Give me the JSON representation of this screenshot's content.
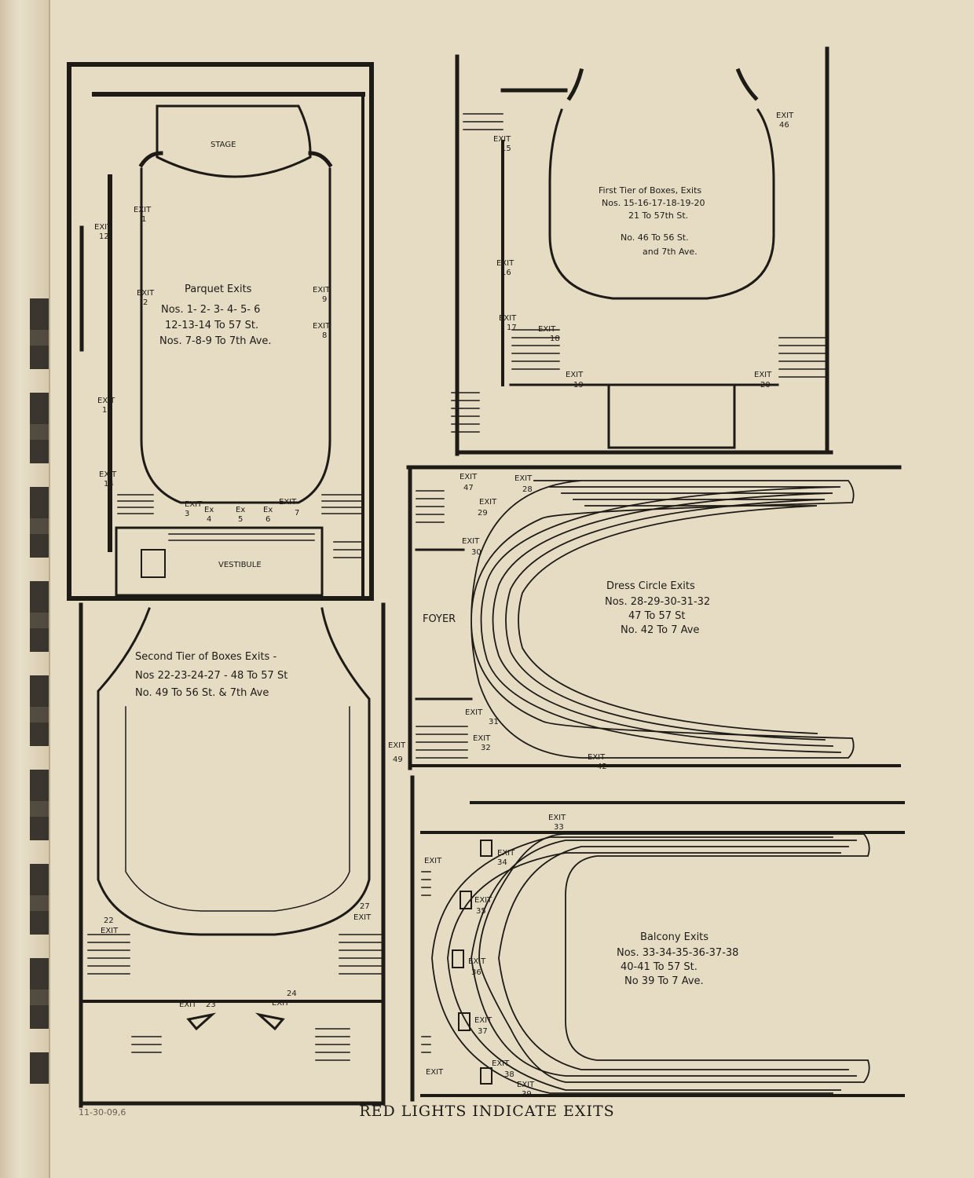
{
  "footer": {
    "caption": "RED LIGHTS INDICATE EXITS",
    "pencil_note": "11-30-09,6"
  },
  "parquet": {
    "title": "Parquet Exits",
    "line1": "Nos. 1- 2- 3- 4- 5- 6",
    "line2": "12-13-14 To 57 St.",
    "line3": "Nos. 7-8-9 To 7th Ave.",
    "stage": "STAGE",
    "vestibule": "VESTIBULE",
    "exit_word": "EXIT",
    "ex_word": "Ex",
    "exits": [
      "1",
      "2",
      "3",
      "4",
      "5",
      "6",
      "7",
      "8",
      "9",
      "12",
      "13",
      "14"
    ]
  },
  "first_tier": {
    "title": "First Tier of Boxes, Exits",
    "line1": "Nos. 15-16-17-18-19-20",
    "line2": "21 To 57th St.",
    "line3": "No. 46 To 56 St.",
    "line4": "and 7th Ave.",
    "exits": [
      "15",
      "16",
      "17",
      "18",
      "19",
      "20",
      "46"
    ]
  },
  "second_tier": {
    "title": "Second Tier of Boxes Exits -",
    "line1": "Nos 22-23-24-27 - 48 To 57 St",
    "line2": "No. 49 To 56 St. & 7th Ave",
    "exits": [
      "22",
      "23",
      "24",
      "27",
      "49"
    ]
  },
  "dress_circle": {
    "title": "Dress Circle Exits",
    "line1": "Nos. 28-29-30-31-32",
    "line2": "47 To 57 St",
    "line3": "No. 42 To 7 Ave",
    "foyer": "FOYER",
    "exits": [
      "28",
      "29",
      "30",
      "31",
      "32",
      "42",
      "47"
    ]
  },
  "balcony": {
    "title": "Balcony Exits",
    "line1": "Nos. 33-34-35-36-37-38",
    "line2": "40-41 To 57 St.",
    "line3": "No 39 To 7 Ave.",
    "exits": [
      "33",
      "34",
      "35",
      "36",
      "37",
      "38",
      "39"
    ]
  },
  "colors": {
    "ink": "#1e1b17",
    "paper": "#e6dcc4"
  }
}
